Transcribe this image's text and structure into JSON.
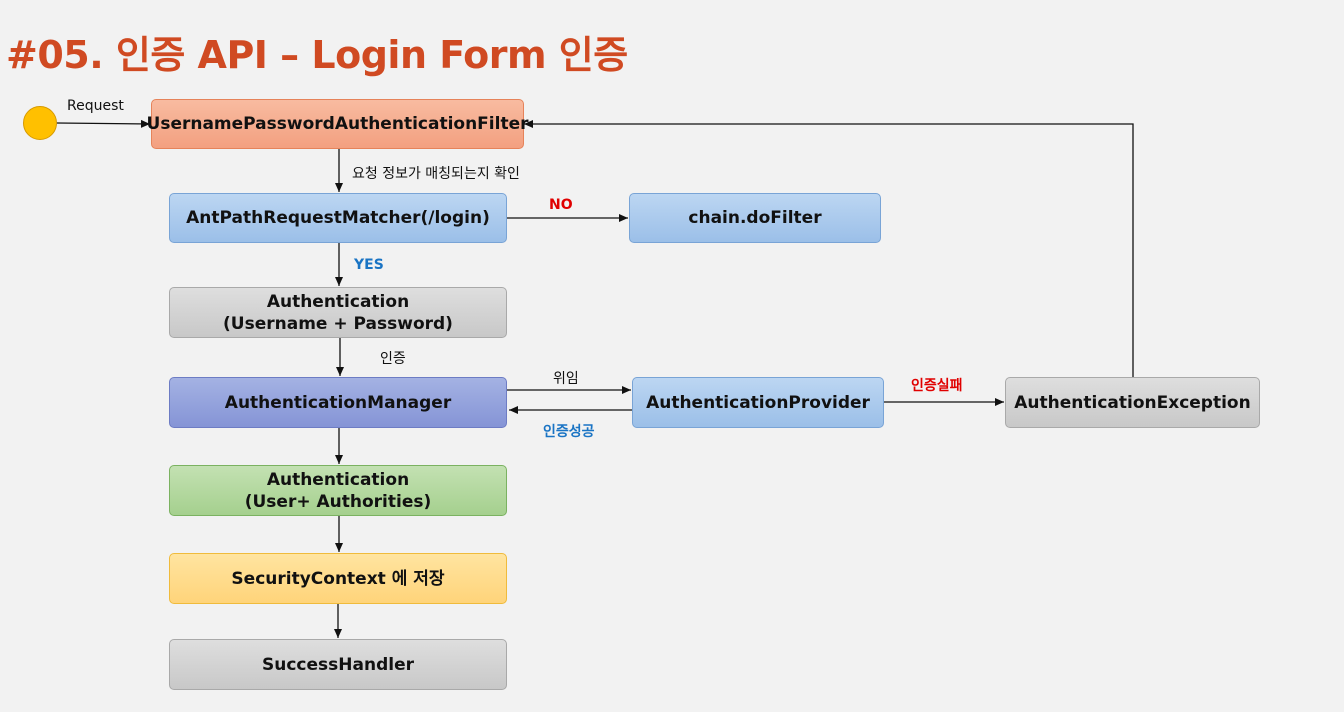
{
  "title": "#05. 인증 API – Login Form 인증",
  "nodes": {
    "request_label": "Request",
    "filter": "UsernamePasswordAuthenticationFilter",
    "matcher": "AntPathRequestMatcher(/login)",
    "chain": "chain.doFilter",
    "auth_req": "Authentication\n(Username + Password)",
    "manager": "AuthenticationManager",
    "provider": "AuthenticationProvider",
    "exception": "AuthenticationException",
    "auth_res": "Authentication\n(User+ Authorities)",
    "context": "SecurityContext 에 저장",
    "success": "SuccessHandler"
  },
  "edges": {
    "check": "요청 정보가 매칭되는지 확인",
    "no": "NO",
    "yes": "YES",
    "authenticate": "인증",
    "delegate": "위임",
    "auth_success": "인증성공",
    "auth_fail": "인증실패"
  },
  "colors": {
    "title": "#d04a22",
    "no": "#e00000",
    "fail": "#e00000",
    "yes": "#1a74c4",
    "success": "#1a74c4"
  }
}
